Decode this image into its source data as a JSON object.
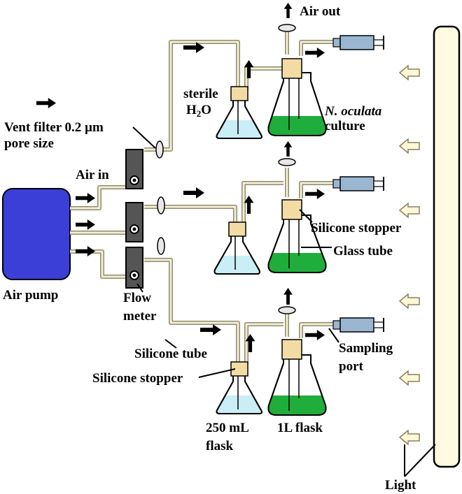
{
  "labels": {
    "air_out": "Air out",
    "sterile": "sterile",
    "h2o_h": "H",
    "h2o_2": "2",
    "h2o_o": "O",
    "culture_species": "N. oculata",
    "culture_word": "culture",
    "vent_filter_line1": "Vent filter 0.2 µm",
    "vent_filter_line2": "pore size",
    "air_in": "Air in",
    "silicone_stopper_right": "Silicone stopper",
    "glass_tube": "Glass tube",
    "air_pump": "Air pump",
    "flow_meter_line1": "Flow",
    "flow_meter_line2": "meter",
    "silicone_tube": "Silicone tube",
    "silicone_stopper_left": "Silicone stopper",
    "sampling_port_line1": "Sampling",
    "sampling_port_line2": "port",
    "small_flask_line1": "250 mL",
    "small_flask_line2": "flask",
    "large_flask": "1L flask",
    "light": "Light"
  },
  "colors": {
    "air_pump": "#3b3fd8",
    "culture": "#1fae3c",
    "water": "#c9eef5",
    "tube": "#f2efd4",
    "stopper": "#f3dca4",
    "syringe": "#9ab6d0",
    "light_panel": "#fffbe0",
    "light_arrow": "#fff8d6",
    "flow_meter": "#555555"
  },
  "icons": {
    "flow_arrow": "right-arrow-icon",
    "up_arrow": "up-arrow-icon",
    "light_ray": "left-hollow-arrow-icon"
  }
}
